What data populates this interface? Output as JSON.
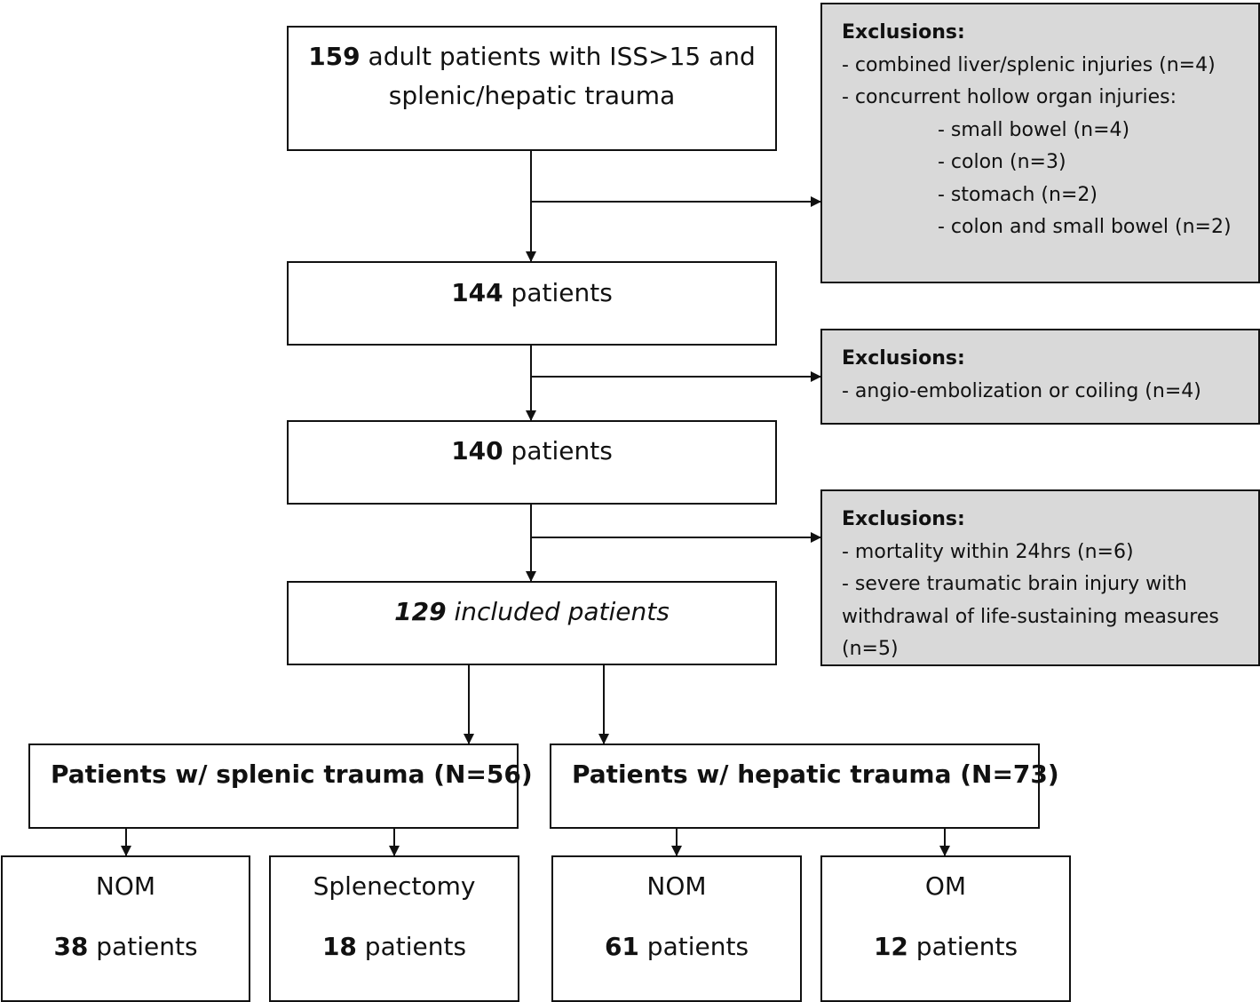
{
  "diagram": {
    "top": {
      "count": "159",
      "line1_rest": " adult patients with ISS>15 and",
      "line2": "splenic/hepatic trauma"
    },
    "step2": {
      "count": "144",
      "rest": " patients"
    },
    "step3": {
      "count": "140",
      "rest": " patients"
    },
    "step4": {
      "count": "129",
      "rest": " included patients"
    },
    "exclusions1": {
      "header": "Exclusions:",
      "items": [
        "- combined liver/splenic injuries (n=4)",
        "- concurrent hollow organ injuries:"
      ],
      "subitems": [
        "- small bowel (n=4)",
        "- colon (n=3)",
        "- stomach (n=2)",
        "- colon and small bowel (n=2)"
      ]
    },
    "exclusions2": {
      "header": "Exclusions:",
      "items": [
        "- angio-embolization or coiling (n=4)"
      ]
    },
    "exclusions3": {
      "header": "Exclusions:",
      "lines": [
        "- mortality within 24hrs (n=6)",
        "- severe traumatic brain injury with",
        "withdrawal of life-sustaining measures",
        "(n=5)"
      ]
    },
    "splenic": {
      "label": "Patients w/ splenic trauma (N=56)"
    },
    "hepatic": {
      "label": "Patients w/ hepatic trauma (N=73)"
    },
    "outcomes": [
      {
        "title": "NOM",
        "count": "38",
        "rest": " patients"
      },
      {
        "title": "Splenectomy",
        "count": "18",
        "rest": " patients"
      },
      {
        "title": "NOM",
        "count": "61",
        "rest": " patients"
      },
      {
        "title": "OM",
        "count": "12",
        "rest": " patients"
      }
    ]
  },
  "colors": {
    "line": "#111111",
    "excl_fill": "#d9d9d9"
  }
}
